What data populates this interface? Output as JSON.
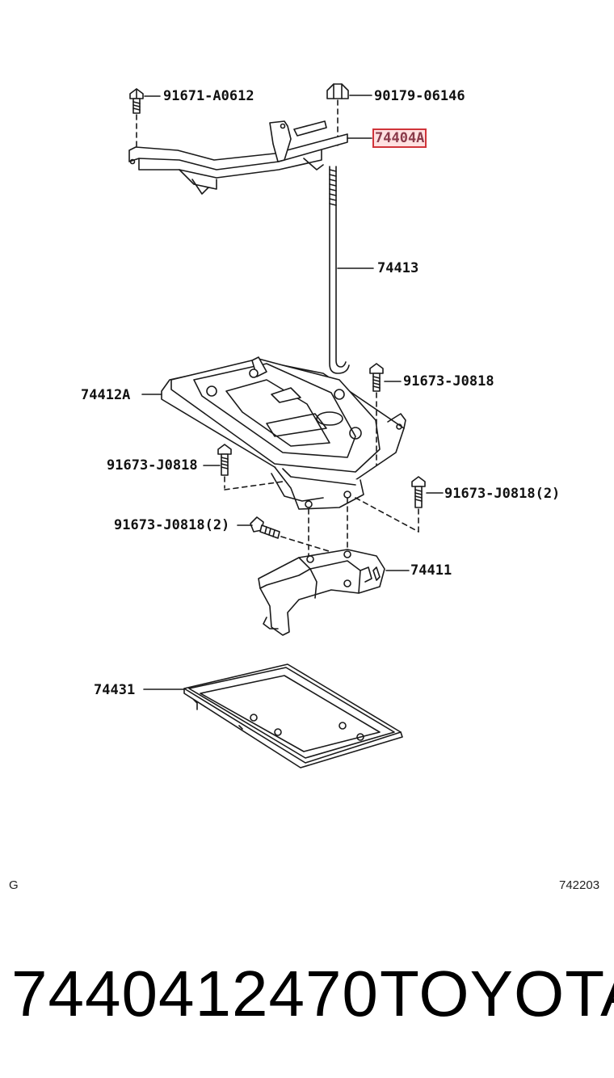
{
  "diagram": {
    "callouts": {
      "bolt_top_left": "91671-A0612",
      "nut_top": "90179-06146",
      "clamp": "74404A",
      "rod": "74413",
      "carrier": "74412A",
      "bolt_upper_right": "91673-J0818",
      "bolt_left": "91673-J0818",
      "bolt_right_pair": "91673-J0818(2)",
      "bolt_lower_pair": "91673-J0818(2)",
      "bracket": "74411",
      "tray": "74431"
    },
    "highlighted": "74404A",
    "corner_left": "G",
    "corner_right": "742203"
  },
  "footer": {
    "part_number": "7440412470",
    "brand": "TOYOTA"
  },
  "colors": {
    "line": "#1a1a1a",
    "highlight_border": "#d0343a",
    "highlight_fill": "#ffc8c8"
  }
}
